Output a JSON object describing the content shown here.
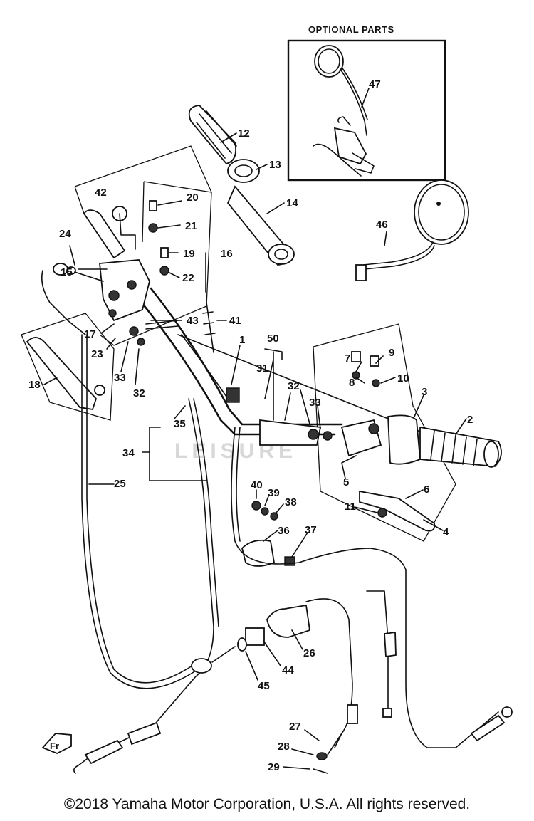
{
  "optional_header": "OPTIONAL PARTS",
  "watermark": "LEISURE",
  "copyright": "©2018 Yamaha Motor Corporation, U.S.A. All rights reserved.",
  "fr_mark": "Fr",
  "callouts": [
    {
      "id": "47",
      "text": "47"
    },
    {
      "id": "12",
      "text": "12"
    },
    {
      "id": "13",
      "text": "13"
    },
    {
      "id": "14",
      "text": "14"
    },
    {
      "id": "46",
      "text": "46"
    },
    {
      "id": "42",
      "text": "42"
    },
    {
      "id": "20",
      "text": "20"
    },
    {
      "id": "21",
      "text": "21"
    },
    {
      "id": "19",
      "text": "19"
    },
    {
      "id": "16",
      "text": "16"
    },
    {
      "id": "22",
      "text": "22"
    },
    {
      "id": "24",
      "text": "24"
    },
    {
      "id": "15",
      "text": "15"
    },
    {
      "id": "43",
      "text": "43"
    },
    {
      "id": "41",
      "text": "41"
    },
    {
      "id": "17",
      "text": "17"
    },
    {
      "id": "23",
      "text": "23"
    },
    {
      "id": "1",
      "text": "1"
    },
    {
      "id": "50",
      "text": "50"
    },
    {
      "id": "33a",
      "text": "33"
    },
    {
      "id": "32a",
      "text": "32"
    },
    {
      "id": "18",
      "text": "18"
    },
    {
      "id": "31",
      "text": "31"
    },
    {
      "id": "7",
      "text": "7"
    },
    {
      "id": "9",
      "text": "9"
    },
    {
      "id": "8",
      "text": "8"
    },
    {
      "id": "10",
      "text": "10"
    },
    {
      "id": "32b",
      "text": "32"
    },
    {
      "id": "33b",
      "text": "33"
    },
    {
      "id": "3",
      "text": "3"
    },
    {
      "id": "2",
      "text": "2"
    },
    {
      "id": "35",
      "text": "35"
    },
    {
      "id": "34",
      "text": "34"
    },
    {
      "id": "5",
      "text": "5"
    },
    {
      "id": "6",
      "text": "6"
    },
    {
      "id": "25",
      "text": "25"
    },
    {
      "id": "40",
      "text": "40"
    },
    {
      "id": "39",
      "text": "39"
    },
    {
      "id": "38",
      "text": "38"
    },
    {
      "id": "11",
      "text": "11"
    },
    {
      "id": "4",
      "text": "4"
    },
    {
      "id": "36",
      "text": "36"
    },
    {
      "id": "37",
      "text": "37"
    },
    {
      "id": "26",
      "text": "26"
    },
    {
      "id": "44",
      "text": "44"
    },
    {
      "id": "45",
      "text": "45"
    },
    {
      "id": "27",
      "text": "27"
    },
    {
      "id": "28",
      "text": "28"
    },
    {
      "id": "29",
      "text": "29"
    }
  ]
}
